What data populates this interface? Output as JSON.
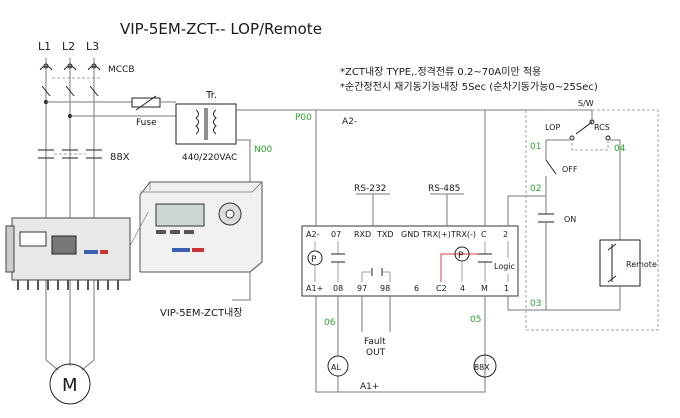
{
  "title": "VIP-5EM-ZCT-- LOP/Remote",
  "notes": [
    "*ZCT내장 TYPE,.정격전류 0.2~70A미만 적용",
    "*순간정전시 재기동기능내장 5Sec (순차기동가능0~25Sec)"
  ],
  "supply": {
    "phases": [
      "L1",
      "L2",
      "L3"
    ],
    "breaker": "MCCB",
    "contactor": "88X",
    "fuse": "Fuse",
    "transformer": "Tr.",
    "transformer_rating": "440/220VAC"
  },
  "nodes": {
    "p00": "P00",
    "n00": "N00",
    "a2_line": "A2-",
    "a1_line": "A1+",
    "n01": "01",
    "n02": "02",
    "n03": "03",
    "n04": "04",
    "n05": "05",
    "n06": "06"
  },
  "relay": {
    "comm_rs232": "RS-232",
    "comm_rs485": "RS-485",
    "top_terminals": [
      "A2-",
      "07",
      "RXD",
      "TXD",
      "GND",
      "TRX(+)",
      "TRX(-)",
      "C",
      "2"
    ],
    "bottom_terminals": [
      "A1+",
      "08",
      "97",
      "98",
      "6",
      "C2",
      "4",
      "M",
      "1"
    ],
    "p_mark": "P",
    "logic": "Logic"
  },
  "outputs": {
    "al_lamp": "AL",
    "fault": [
      "Fault",
      "OUT"
    ],
    "contactor_coil": "88X",
    "motor": "M"
  },
  "switch": {
    "sw": "S/W",
    "lop": "LOP",
    "rcs": "RCS",
    "off": "OFF",
    "on": "ON",
    "remote": "Remote"
  },
  "device_caption": "VIP-5EM-ZCT내장"
}
